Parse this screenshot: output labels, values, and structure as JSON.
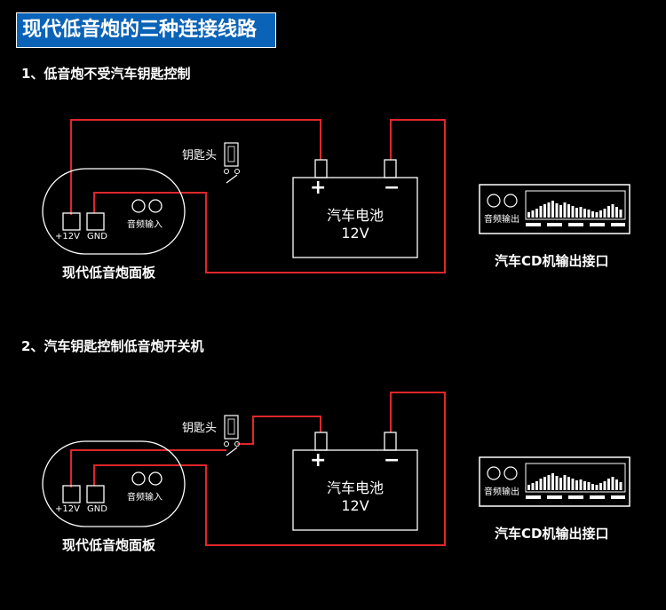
{
  "title": "现代低音炮的三种连接线路",
  "sections": [
    {
      "heading": "1、低音炮不受汽车钥匙控制",
      "key_label": "钥匙头",
      "panel": {
        "p12": "+12V",
        "gnd": "GND",
        "audio_in": "音频输入",
        "caption": "现代低音炮面板"
      },
      "battery": {
        "plus": "+",
        "minus": "−",
        "name": "汽车电池",
        "voltage": "12V"
      },
      "cd": {
        "audio_out": "音频输出",
        "caption": "汽车CD机输出接口"
      }
    },
    {
      "heading": "2、汽车钥匙控制低音炮开关机",
      "key_label": "钥匙头",
      "panel": {
        "p12": "+12V",
        "gnd": "GND",
        "audio_in": "音频输入",
        "caption": "现代低音炮面板"
      },
      "battery": {
        "plus": "+",
        "minus": "−",
        "name": "汽车电池",
        "voltage": "12V"
      },
      "cd": {
        "audio_out": "音频输出",
        "caption": "汽车CD机输出接口"
      }
    }
  ],
  "colors": {
    "wire": "#e0262a",
    "title_bg": "#0a63b7",
    "line": "#ffffff"
  }
}
